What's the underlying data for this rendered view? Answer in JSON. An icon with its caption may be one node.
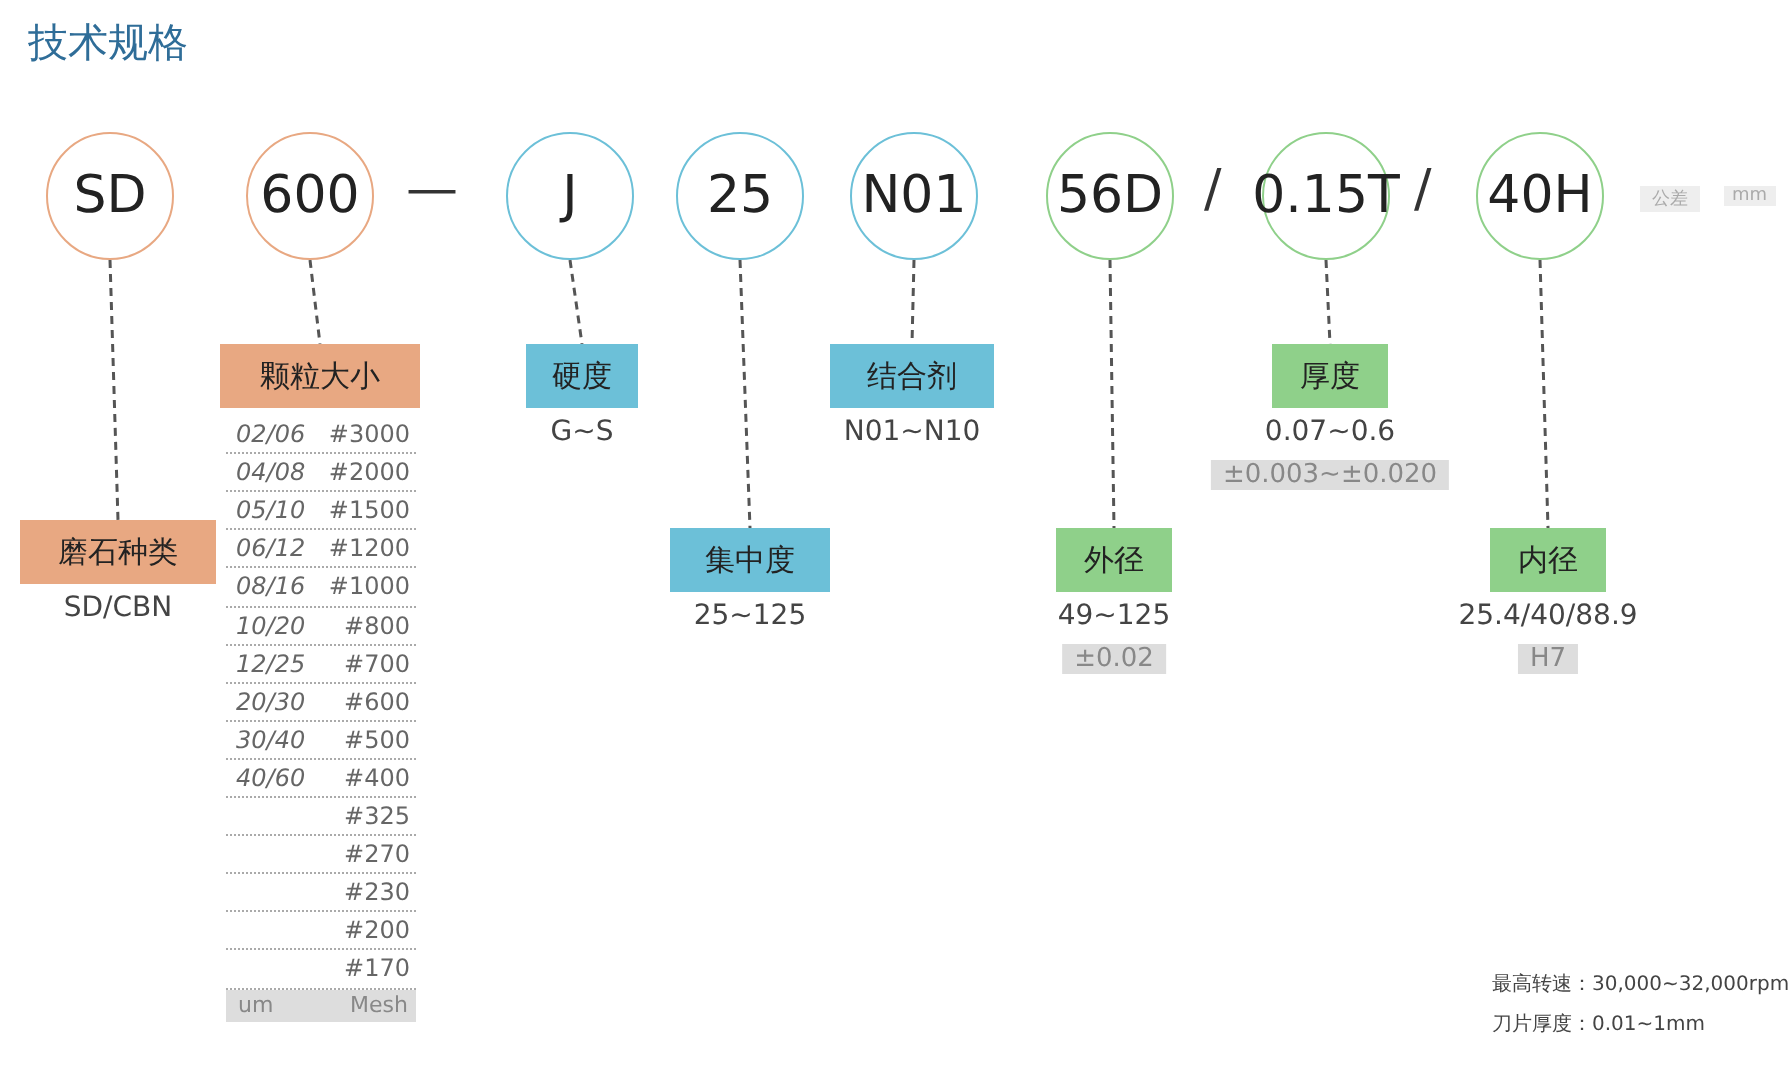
{
  "diagram": {
    "title": "技术规格",
    "nodes": [
      {
        "text": [
          "SD"
        ]
      },
      {
        "text": [
          "600"
        ]
      },
      {
        "text": [
          "J"
        ]
      },
      {
        "text": [
          "25"
        ]
      },
      {
        "text": [
          "N01"
        ]
      },
      {
        "text": [
          "56D"
        ]
      },
      {
        "text": [
          "0.15T"
        ]
      },
      {
        "text": [
          "40H"
        ]
      },
      {
        "text": [
          "颗粒大小"
        ]
      },
      {
        "text": [
          "硬度"
        ],
        "beside": [
          "G~S"
        ]
      },
      {
        "text": [
          "结合剂"
        ],
        "beside": [
          "N01~N10"
        ]
      },
      {
        "text": [
          "厚度"
        ],
        "beside": [
          "0.07~0.6",
          "±0.003~±0.020"
        ]
      },
      {
        "text": [
          "磨石种类"
        ],
        "beside": [
          "SD/CBN"
        ]
      },
      {
        "text": [
          "集中度"
        ],
        "beside": [
          "25~125"
        ]
      },
      {
        "text": [
          "外径"
        ],
        "beside": [
          "49~125",
          "±0.02"
        ]
      },
      {
        "text": [
          "内径"
        ],
        "beside": [
          "25.4/40/88.9",
          "H7"
        ]
      }
    ],
    "edges": [
      {
        "from": 0,
        "to": 12,
        "arrow": "none",
        "style": "dashed"
      },
      {
        "from": 1,
        "to": 8,
        "arrow": "none",
        "style": "dashed"
      },
      {
        "from": 2,
        "to": 9,
        "arrow": "none",
        "style": "dashed"
      },
      {
        "from": 3,
        "to": 13,
        "arrow": "none",
        "style": "dashed"
      },
      {
        "from": 4,
        "to": 10,
        "arrow": "none",
        "style": "dashed"
      },
      {
        "from": 5,
        "to": 14,
        "arrow": "none",
        "style": "dashed"
      },
      {
        "from": 6,
        "to": 11,
        "arrow": "none",
        "style": "dashed"
      },
      {
        "from": 7,
        "to": 15,
        "arrow": "none",
        "style": "dashed"
      }
    ],
    "labels": [
      "—",
      "/",
      "/",
      "公差",
      "mm",
      "02/06",
      "#3000",
      "04/08",
      "#2000",
      "05/10",
      "#1500",
      "06/12",
      "#1200",
      "08/16",
      "#1000",
      "10/20",
      "#800",
      "12/25",
      "#700",
      "20/30",
      "#600",
      "30/40",
      "#500",
      "40/60",
      "#400",
      "#325",
      "#270",
      "#230",
      "#200",
      "#170",
      "um",
      "Mesh",
      "最高转速：30,000~32,000rpm",
      "刀片厚度：0.01~1mm"
    ]
  }
}
